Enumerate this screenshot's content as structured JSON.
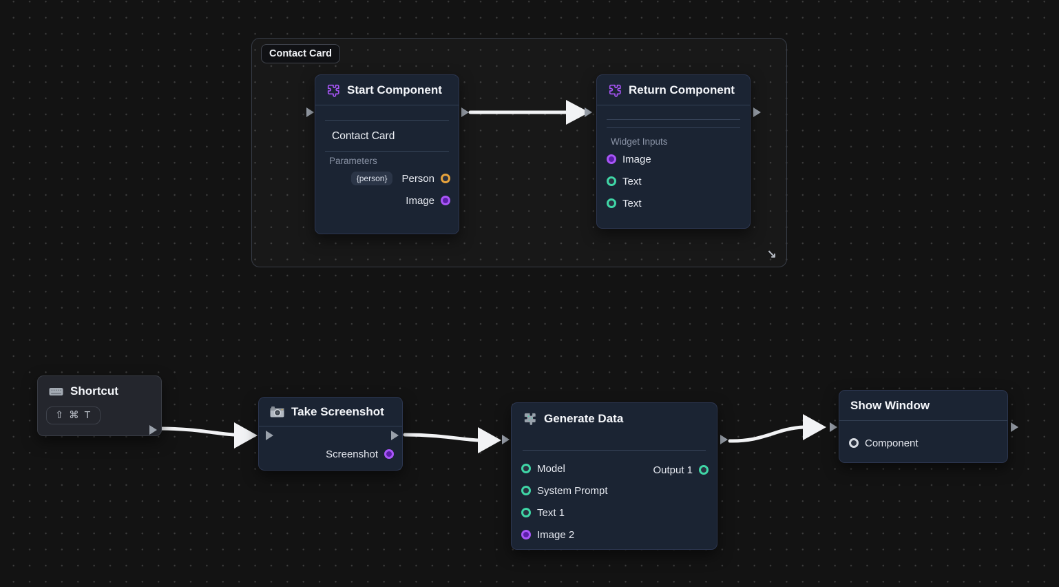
{
  "colors": {
    "wire": "#f2f3f5",
    "connector": "#9aa1ab",
    "teal": "#3fd6a6",
    "purple": "#a855f7",
    "amber": "#e6a23c",
    "gray_port": "#d7dbe2"
  },
  "group": {
    "label": "Contact Card",
    "resize_glyph": "↘"
  },
  "nodes": {
    "start": {
      "title": "Start Component",
      "widget_name": "Contact Card",
      "section_label": "Parameters",
      "params": [
        {
          "badge": "{person}",
          "label": "Person",
          "color": "#e6a23c"
        },
        {
          "label": "Image",
          "color": "#a855f7"
        }
      ]
    },
    "return": {
      "title": "Return Component",
      "section_label": "Widget Inputs",
      "inputs": [
        {
          "label": "Image",
          "color": "#a855f7"
        },
        {
          "label": "Text",
          "color": "#3fd6a6"
        },
        {
          "label": "Text",
          "color": "#3fd6a6"
        }
      ]
    },
    "shortcut": {
      "title": "Shortcut",
      "keys": "⇧ ⌘ T"
    },
    "take_screenshot": {
      "title": "Take Screenshot",
      "outputs": [
        {
          "label": "Screenshot",
          "color": "#a855f7"
        }
      ]
    },
    "generate_data": {
      "title": "Generate Data",
      "inputs": [
        {
          "label": "Model",
          "color": "#3fd6a6"
        },
        {
          "label": "System Prompt",
          "color": "#3fd6a6"
        },
        {
          "label": "Text 1",
          "color": "#3fd6a6"
        },
        {
          "label": "Image 2",
          "color": "#a855f7"
        }
      ],
      "outputs": [
        {
          "label": "Output 1",
          "color": "#3fd6a6"
        }
      ]
    },
    "show_window": {
      "title": "Show Window",
      "inputs": [
        {
          "label": "Component",
          "color": "#d7dbe2"
        }
      ]
    }
  }
}
